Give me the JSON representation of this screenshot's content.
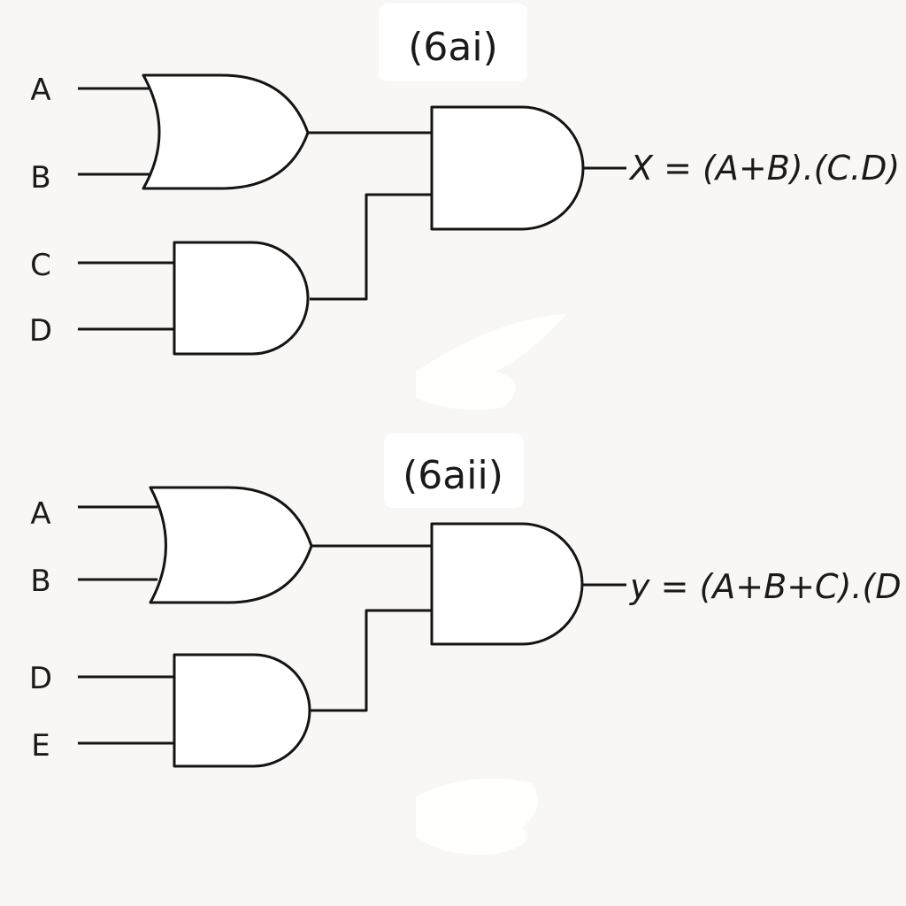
{
  "circuits": [
    {
      "title": "(6ai)",
      "inputs": [
        "A",
        "B",
        "C",
        "D"
      ],
      "or_gate_inputs": [
        "A",
        "B"
      ],
      "and_gate_inputs": [
        "C",
        "D"
      ],
      "output_expression": "X = (A+B).(C.D)"
    },
    {
      "title": "(6aii)",
      "inputs": [
        "A",
        "B",
        "D",
        "E"
      ],
      "or_gate_inputs": [
        "A",
        "B"
      ],
      "and_gate_inputs": [
        "D",
        "E"
      ],
      "output_expression": "y = (A+B+C).(D"
    }
  ]
}
